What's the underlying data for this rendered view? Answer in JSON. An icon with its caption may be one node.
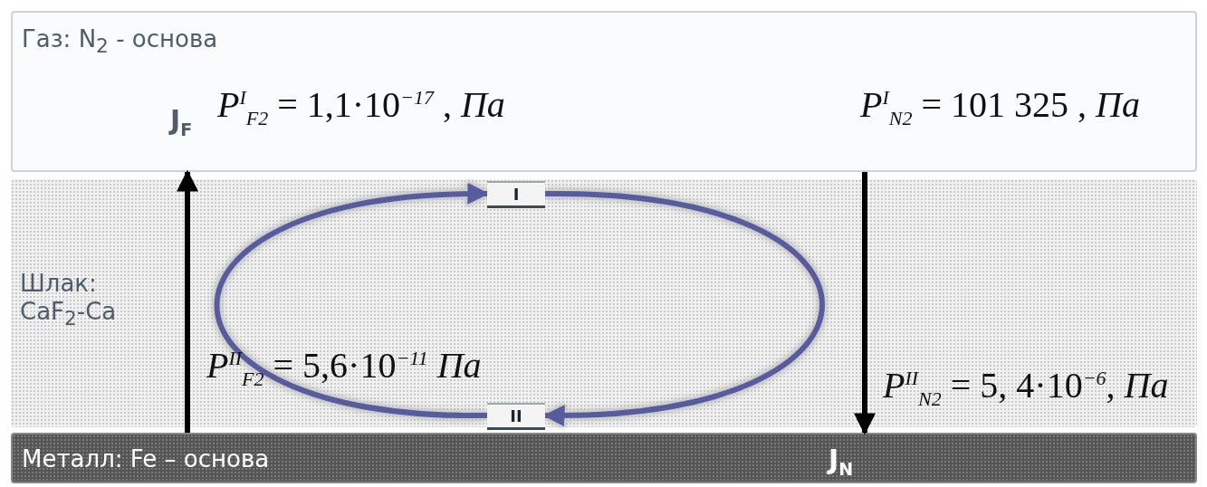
{
  "diagram": {
    "nodes": [
      {
        "text": [
          "Газ: N$_{2}$ - основа"
        ]
      },
      {
        "text": [
          "Шлак: CaF$_{2}$-Ca"
        ]
      },
      {
        "text": [
          "Металл: Fe – основа"
        ]
      },
      {
        "text": [
          "I"
        ],
        "in": 1
      },
      {
        "text": [
          "II"
        ],
        "in": 1
      }
    ],
    "edges": [
      {
        "from": 2,
        "to": 0,
        "arrow": "to",
        "label": "J$_{F}$"
      },
      {
        "from": 0,
        "to": 2,
        "arrow": "to",
        "label": "J$_{N}$"
      },
      {
        "from": 4,
        "to": 3,
        "arrow": "to",
        "color": "#565c9e"
      },
      {
        "from": 3,
        "to": 4,
        "arrow": "to",
        "color": "#565c9e"
      }
    ],
    "labels": [
      "*P*$^{I}$$_{F2}$ = 1,1·10$^{−17}$ , *Па*",
      "*P*$^{I}$$_{N2}$ = 101 325 , *Па*",
      "*P*$^{II}$$_{F2}$ = 5,6·10$^{−11}$ *Па*",
      "*P*$^{II}$$_{N2}$ = 5, 4·10$^{−6}$, *Па*"
    ]
  }
}
